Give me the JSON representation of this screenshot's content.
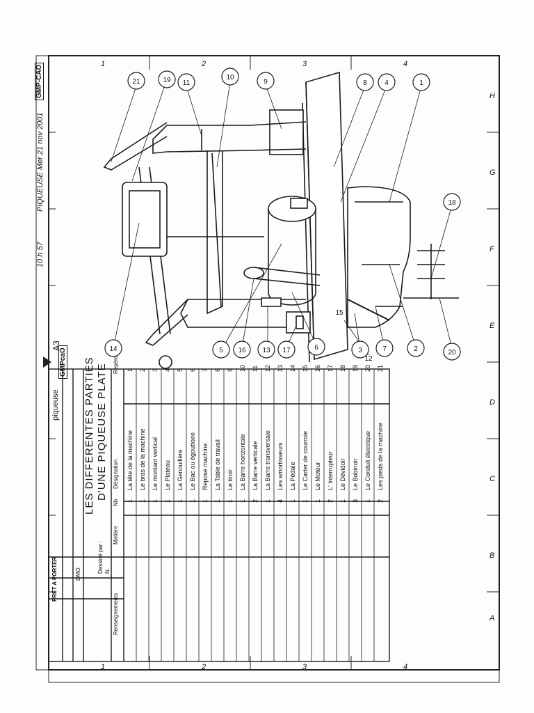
{
  "header": {
    "stamp_logo": "GMP-CAO",
    "file_info": "PIQUEUSE Mer 21 nov 2001",
    "time": "10 h 57"
  },
  "grid_labels": {
    "columns": [
      "1",
      "2",
      "3",
      "4"
    ],
    "rows": [
      "H",
      "G",
      "F",
      "E",
      "D",
      "C",
      "B",
      "A"
    ]
  },
  "title_block": {
    "logo": "GMPcaO",
    "title_line1": "LES DIFFERENTES PARTIES",
    "title_line2": "D'UNE PIQUEUSE PLATE",
    "format": "A3",
    "drawing_name": "piqueuse",
    "drawn_by_label": "Dessiné par :",
    "drawn_by_value": "N.",
    "date_label": "DMO",
    "status": "PRET A PORTER"
  },
  "parts_table": {
    "headers": {
      "repere": "Repère",
      "designation": "Désignation",
      "nb": "Nb",
      "matiere": "Matière",
      "renseignements": "Renseignements"
    },
    "rows": [
      {
        "repere": "1",
        "designation": "La tête de la machine",
        "nb": "1"
      },
      {
        "repere": "2",
        "designation": "Le bras de la machine",
        "nb": "1"
      },
      {
        "repere": "3",
        "designation": "Le montant vertical",
        "nb": "1"
      },
      {
        "repere": "4",
        "designation": "Le Plateau",
        "nb": "1"
      },
      {
        "repere": "5",
        "designation": "La Genouillère",
        "nb": "1"
      },
      {
        "repere": "6",
        "designation": "Le Bac ou égouttoire",
        "nb": "1"
      },
      {
        "repere": "7",
        "designation": "Repose machine",
        "nb": "1"
      },
      {
        "repere": "8",
        "designation": "La Table de travail",
        "nb": "1"
      },
      {
        "repere": "9",
        "designation": "Le tiroir",
        "nb": "1"
      },
      {
        "repere": "10",
        "designation": "La Barre horizontale",
        "nb": "1"
      },
      {
        "repere": "11",
        "designation": "La Barre verticale",
        "nb": "2"
      },
      {
        "repere": "12",
        "designation": "La Barre transversale",
        "nb": "1"
      },
      {
        "repere": "13",
        "designation": "Les amortisseurs",
        "nb": "4"
      },
      {
        "repere": "14",
        "designation": "La Pédale",
        "nb": "1"
      },
      {
        "repere": "15",
        "designation": "Le Carter de courroie",
        "nb": "1"
      },
      {
        "repere": "16",
        "designation": "Le Moteur",
        "nb": "1"
      },
      {
        "repere": "17",
        "designation": "L' Interrupteur",
        "nb": "2"
      },
      {
        "repere": "18",
        "designation": "Le Dévidoir",
        "nb": "1"
      },
      {
        "repere": "19",
        "designation": "Le Bobinoir",
        "nb": "3"
      },
      {
        "repere": "20",
        "designation": "Le Conduit électrique",
        "nb": "1"
      },
      {
        "repere": "21",
        "designation": "Les pieds de la machine",
        "nb": "2"
      }
    ]
  },
  "callouts": [
    "1",
    "4",
    "8",
    "9",
    "10",
    "11",
    "12",
    "13",
    "14",
    "15",
    "16",
    "17",
    "18",
    "2",
    "3",
    "5",
    "6",
    "7",
    "19",
    "20",
    "21"
  ],
  "colors": {
    "ink": "#1a1a1a",
    "paper": "#fdfdfd"
  }
}
